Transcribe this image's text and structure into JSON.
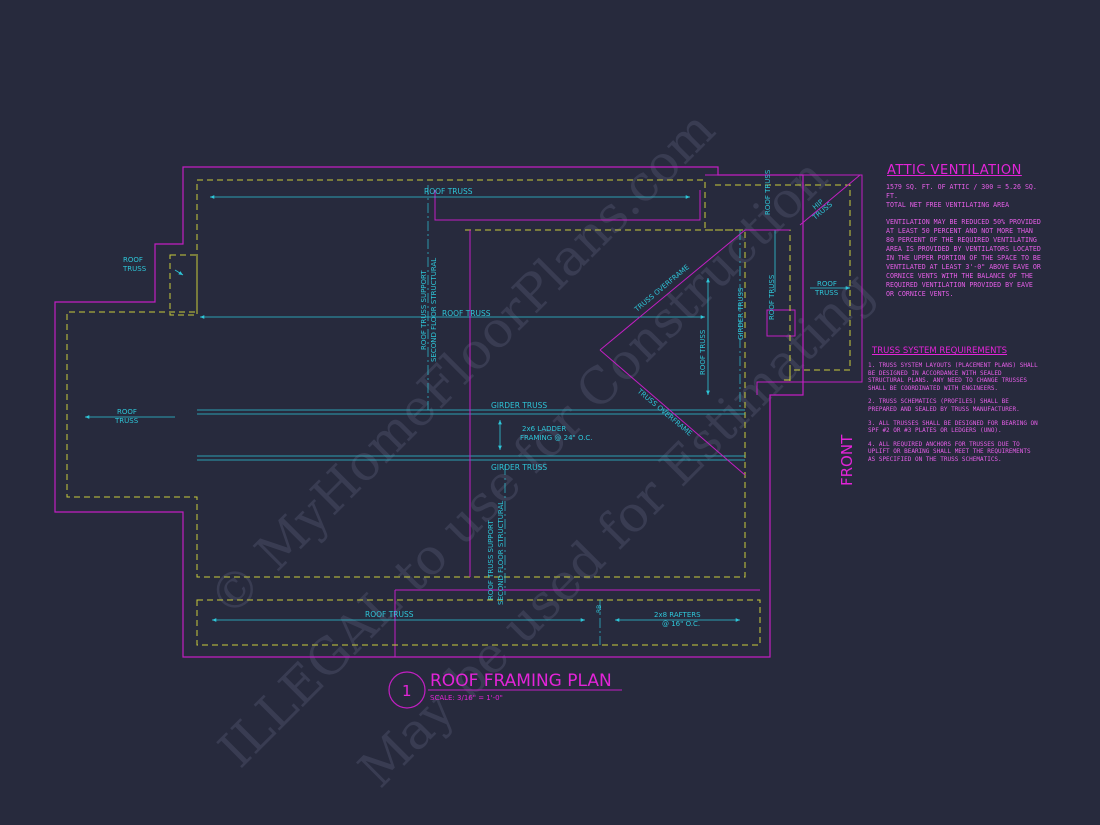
{
  "watermark": {
    "line1": "© MyHomeFloorPlans.com",
    "line2": "ILLEGAL to use for Construction",
    "line3": "May be used for Estimating"
  },
  "plan": {
    "labels": {
      "roof_truss": "ROOF TRUSS",
      "roof_truss_stack_1": "ROOF",
      "roof_truss_stack_2": "TRUSS",
      "hip_truss_1": "HIP",
      "hip_truss_2": "TRUSS",
      "support_line1": "ROOF TRUSS SUPPORT",
      "support_line2": "SECOND FLOOR STRUCTURAL",
      "girder_truss": "GIRDER TRUSS",
      "truss_overframe": "TRUSS OVERFRAME",
      "ladder_line1": "2x6 LADDER",
      "ladder_line2": "FRAMING @ 24\" O.C.",
      "rafters_line1": "2x8 RAFTERS",
      "rafters_line2": "@ 16\" O.C.",
      "ridge_mark": "RB",
      "front": "FRONT"
    },
    "title_block": {
      "number": "1",
      "title": "ROOF FRAMING PLAN",
      "scale": "SCALE: 3/16\" = 1'-0\""
    }
  },
  "attic_ventilation": {
    "title": "ATTIC VENTILATION",
    "calc_line1": "1579 SQ. FT. OF ATTIC / 300 = 5.26 SQ. FT.",
    "calc_line2": "TOTAL NET FREE VENTILATING AREA",
    "paragraph": "VENTILATION MAY BE REDUCED 50% PROVIDED AT LEAST 50 PERCENT AND NOT MORE THAN 80 PERCENT OF THE REQUIRED VENTILATING AREA IS PROVIDED BY VENTILATORS LOCATED IN THE UPPER PORTION OF THE SPACE TO BE VENTILATED AT LEAST 3'-0\" ABOVE EAVE OR CORNICE VENTS WITH THE BALANCE OF THE REQUIRED VENTILATION PROVIDED BY EAVE OR CORNICE VENTS."
  },
  "truss_requirements": {
    "title": "TRUSS SYSTEM REQUIREMENTS",
    "items": [
      "1. TRUSS SYSTEM LAYOUTS (PLACEMENT PLANS) SHALL BE DESIGNED IN ACCORDANCE WITH SEALED STRUCTURAL PLANS. ANY NEED TO CHANGE TRUSSES SHALL BE COORDINATED WITH ENGINEERS.",
      "2. TRUSS SCHEMATICS (PROFILES) SHALL BE PREPARED AND SEALED BY TRUSS MANUFACTURER.",
      "3. ALL TRUSSES SHALL BE DESIGNED FOR BEARING ON SPF #2 OR #3 PLATES OR LEDGERS (UNO).",
      "4. ALL REQUIRED ANCHORS FOR TRUSSES DUE TO UPLIFT OR BEARING SHALL MEET THE REQUIREMENTS AS SPECIFIED ON THE TRUSS SCHEMATICS."
    ]
  },
  "colors": {
    "background": "#272a3d",
    "wall_outline": "#c21fc2",
    "eave_dashed": "#c9cc3b",
    "annotation": "#2ec6d8",
    "note_text": "#e65ee8"
  }
}
